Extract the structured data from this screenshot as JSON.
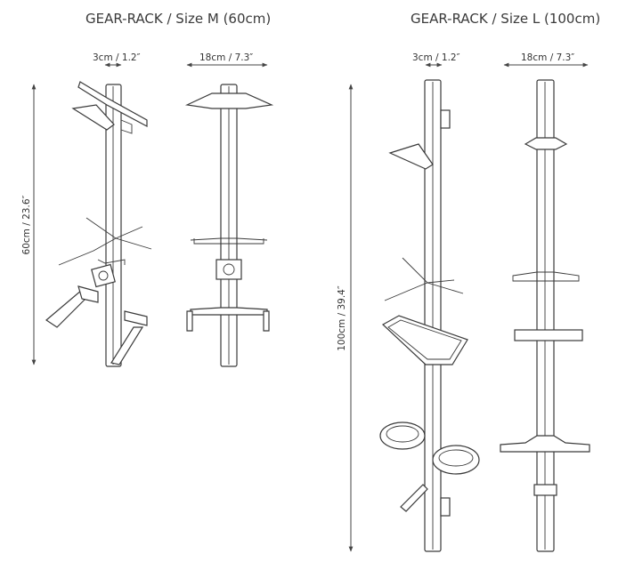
{
  "size_m": {
    "title": "GEAR-RACK / Size M (60cm)",
    "width_pole": "3cm / 1.2″",
    "width_arm": "18cm / 7.3″",
    "height": "60cm / 23.6″"
  },
  "size_l": {
    "title": "GEAR-RACK / Size L (100cm)",
    "width_pole": "3cm / 1.2″",
    "width_arm": "18cm / 7.3″",
    "height": "100cm / 39.4″"
  },
  "colors": {
    "line": "#3a3a3a",
    "background": "#ffffff"
  }
}
